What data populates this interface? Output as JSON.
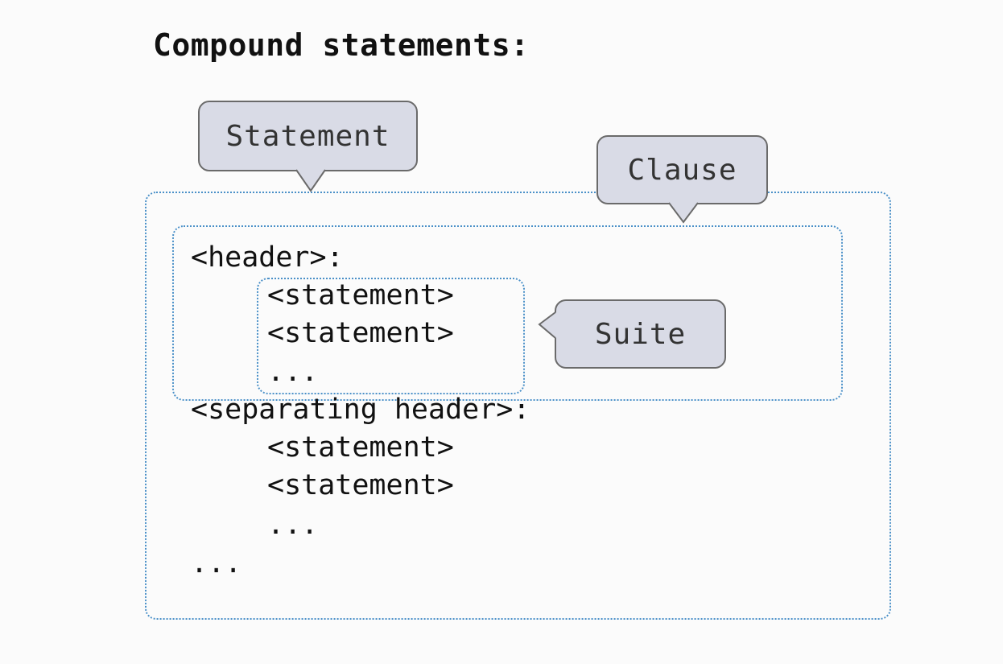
{
  "title": "Compound statements:",
  "code": {
    "header": "<header>:",
    "suite1_line1": "<statement>",
    "suite1_line2": "<statement>",
    "suite1_ellipsis": "...",
    "separating_header": "<separating header>:",
    "suite2_line1": "<statement>",
    "suite2_line2": "<statement>",
    "suite2_ellipsis": "...",
    "final_ellipsis": "..."
  },
  "callouts": {
    "statement": "Statement",
    "clause": "Clause",
    "suite": "Suite"
  },
  "colors": {
    "box_border": "#4a90c8",
    "callout_fill": "#d9dbe6",
    "callout_border": "#6a6a6a",
    "background": "#fbfbfb"
  }
}
